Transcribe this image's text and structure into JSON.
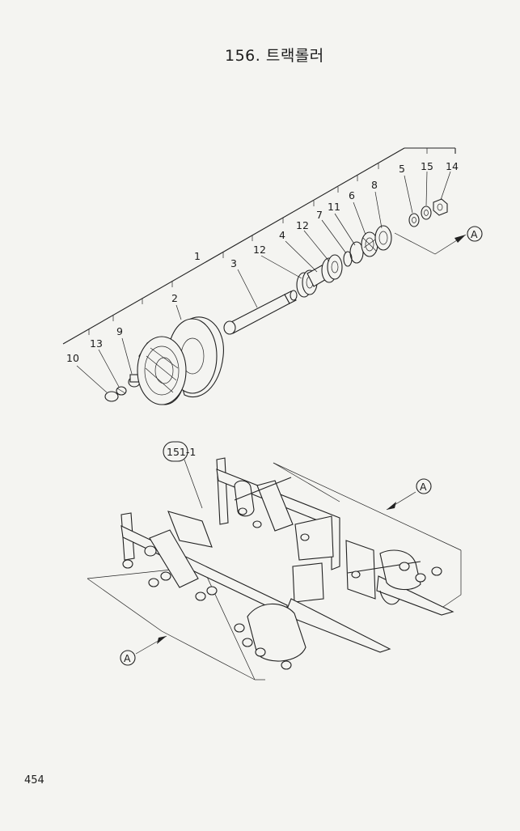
{
  "header": {
    "title": "156. 트랙롤러"
  },
  "footer": {
    "page_number": "454"
  },
  "callouts": {
    "c1": "1",
    "c2": "2",
    "c3": "3",
    "c4": "4",
    "c5": "5",
    "c6": "6",
    "c7": "7",
    "c8": "8",
    "c9": "9",
    "c10": "10",
    "c11": "11",
    "c12a": "12",
    "c12b": "12",
    "c13": "13",
    "c14": "14",
    "c15": "15",
    "ref": "151-1"
  },
  "markers": {
    "a_top": "A",
    "a_frame_right": "A",
    "a_frame_left": "A"
  }
}
